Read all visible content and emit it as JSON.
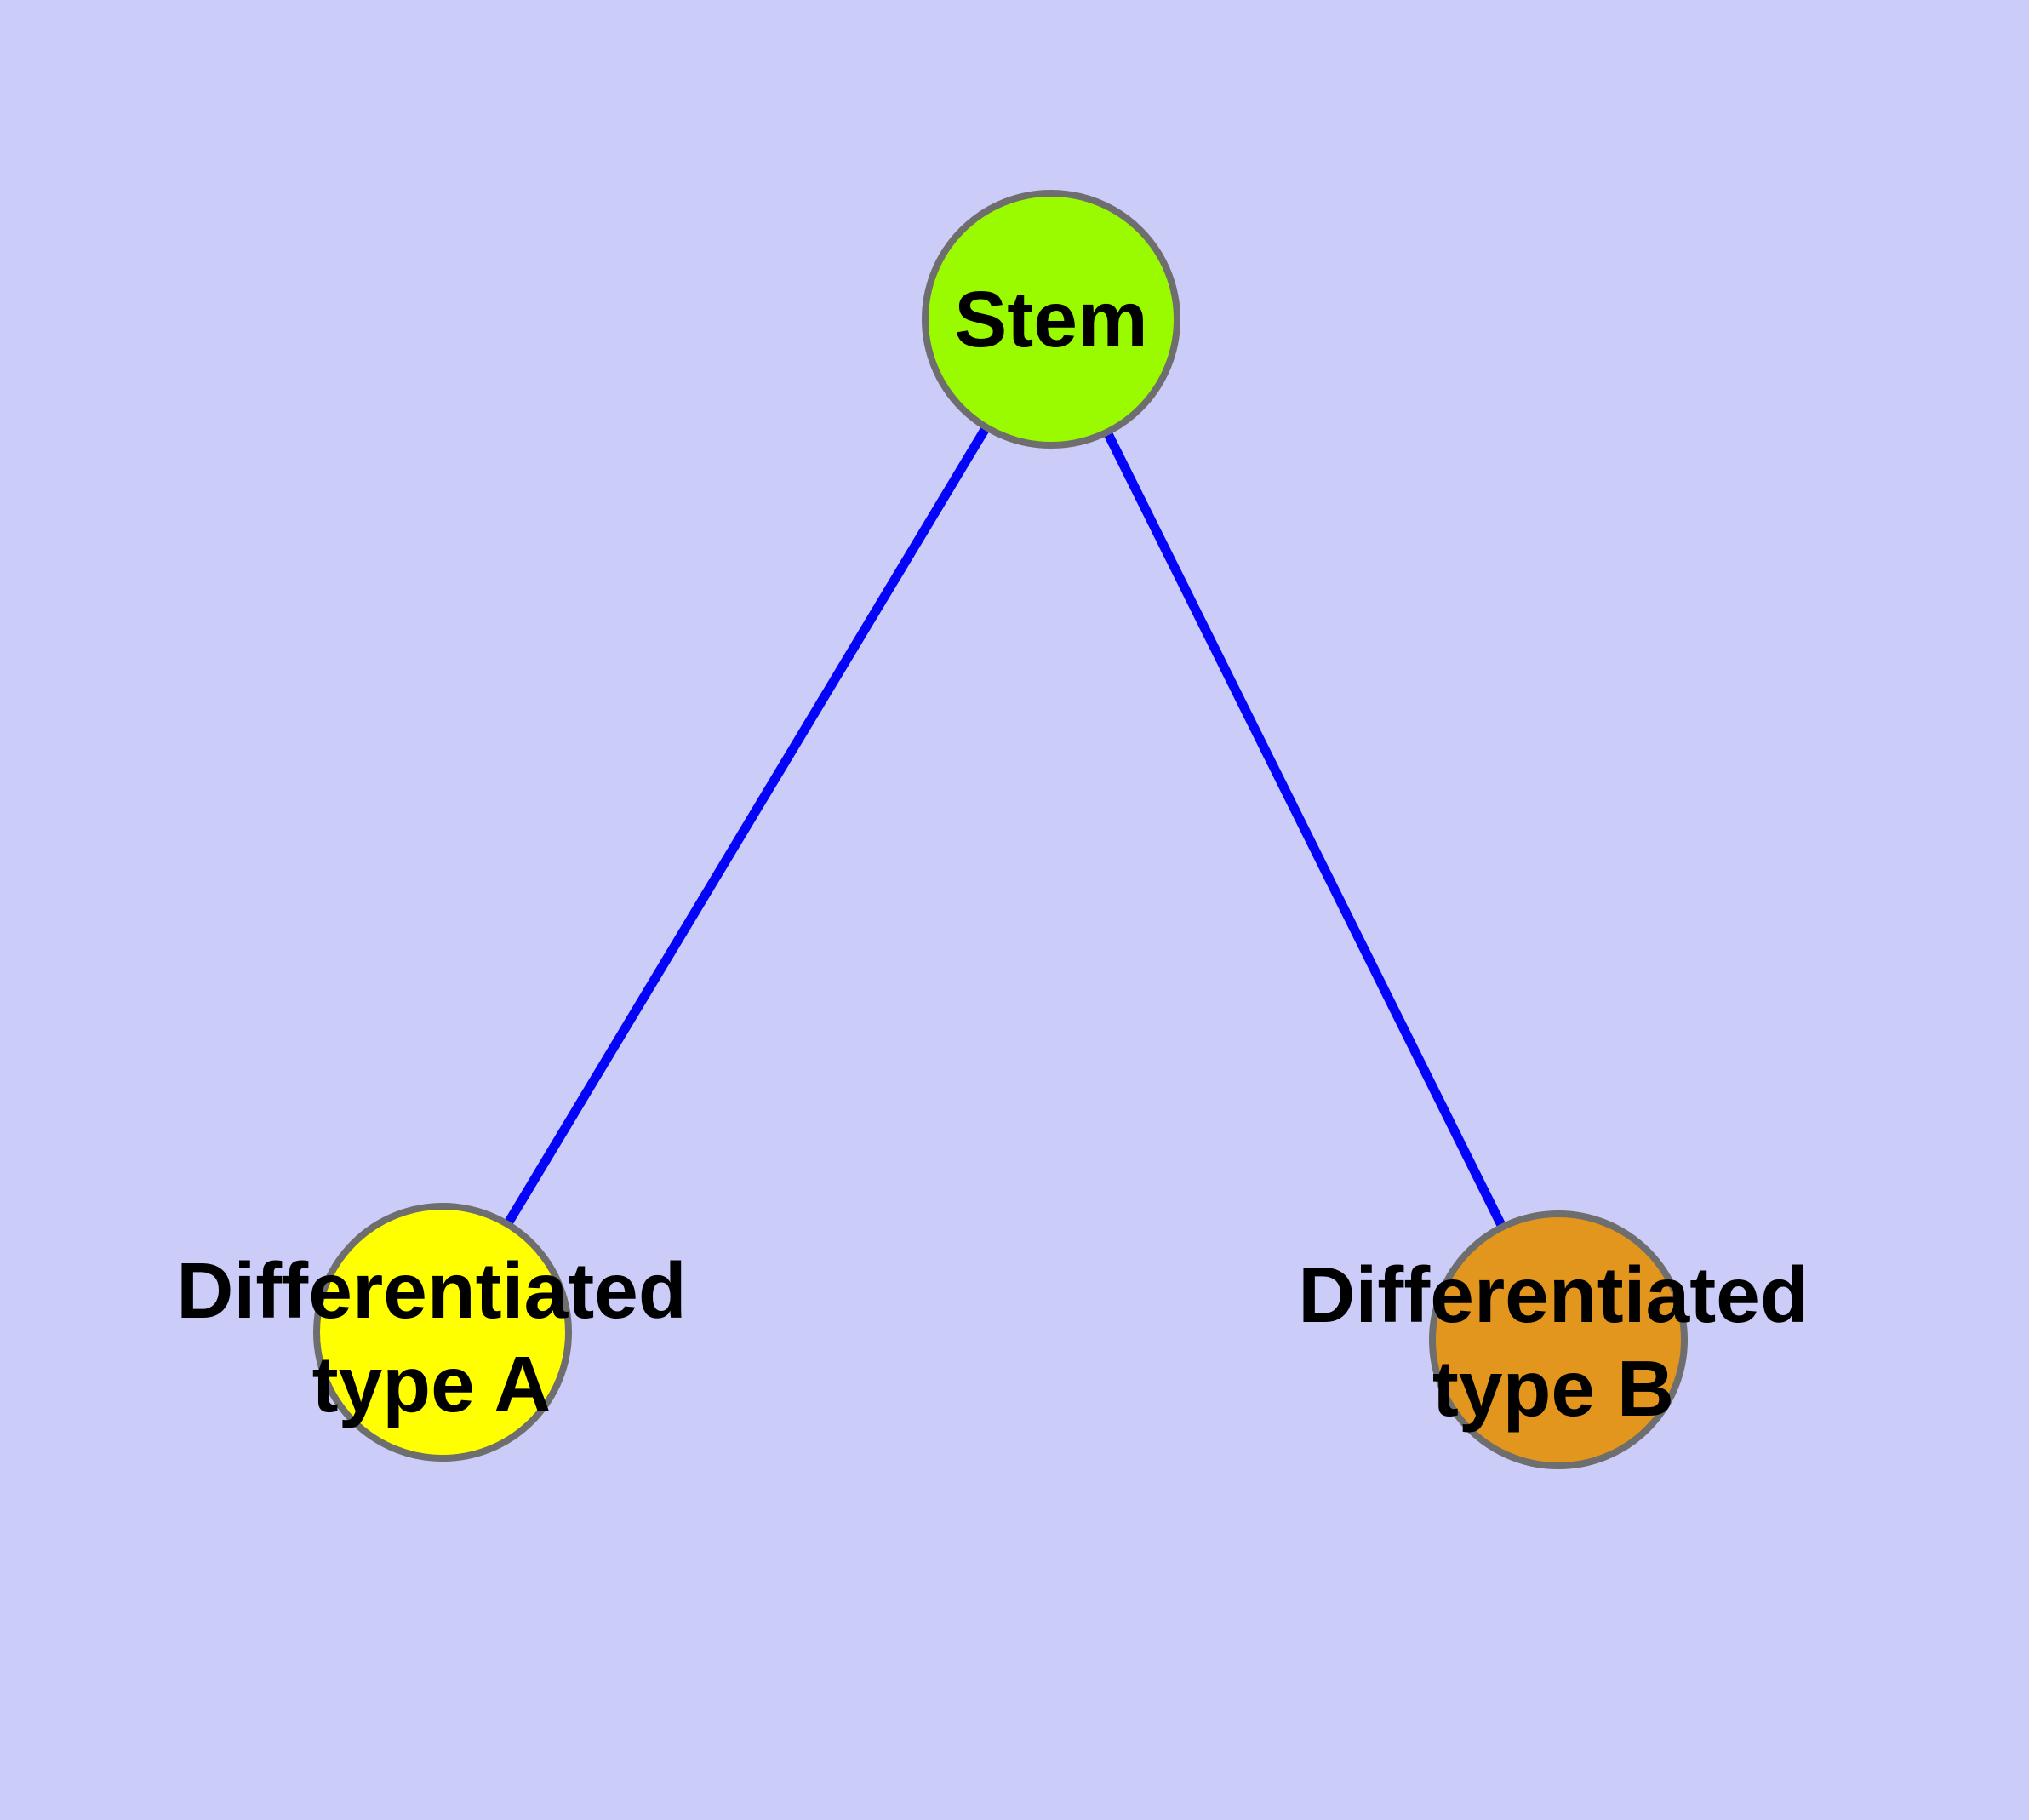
{
  "diagram": {
    "type": "node-link-graph",
    "description": "Stem cell differentiation tree: one stem node connected to two differentiated cell type nodes",
    "background_color": "#CCCCF8",
    "edge_color": "#0404F8",
    "node_border_color": "#6E6E6E",
    "label_color": "#000000",
    "nodes": [
      {
        "id": "stem",
        "label": "Stem",
        "fill": "#9AFB00"
      },
      {
        "id": "differentiated-type-a",
        "label": "Differentiated type A",
        "label_line1": "Differentiated",
        "label_line2": "type A",
        "fill": "#FFFF00"
      },
      {
        "id": "differentiated-type-b",
        "label": "Differentiated type B",
        "label_line1": "Differentiated",
        "label_line2": "type B",
        "fill": "#E2961E"
      }
    ],
    "edges": [
      {
        "from": "Stem",
        "to": "Differentiated type A"
      },
      {
        "from": "Stem",
        "to": "Differentiated type B"
      }
    ]
  }
}
